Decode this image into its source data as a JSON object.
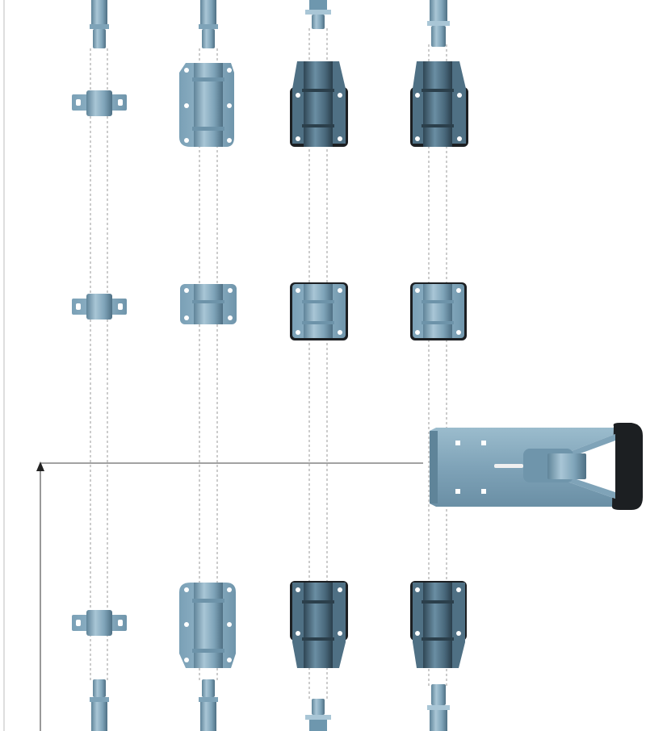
{
  "diagram": {
    "kind": "exploded-hardware-assembly",
    "colors": {
      "steel_light": "#8fb3c8",
      "steel_mid": "#6e97ae",
      "steel_dark": "#3e5a6b",
      "steel_shadow": "#2b3f4b",
      "gasket_black": "#1c1f22",
      "hole_white": "#ffffff",
      "guide_line": "#9a9a9a",
      "frame_line": "#333333"
    },
    "columns": [
      {
        "id": "col-1",
        "variant": "small-clamp"
      },
      {
        "id": "col-2",
        "variant": "large-plate"
      },
      {
        "id": "col-3",
        "variant": "dark-gasket-plate"
      },
      {
        "id": "col-4",
        "variant": "dark-gasket-plate"
      }
    ],
    "hasp": {
      "variant": "hasp-with-black-grip"
    },
    "dimension_arrow": {
      "direction": "up"
    }
  }
}
